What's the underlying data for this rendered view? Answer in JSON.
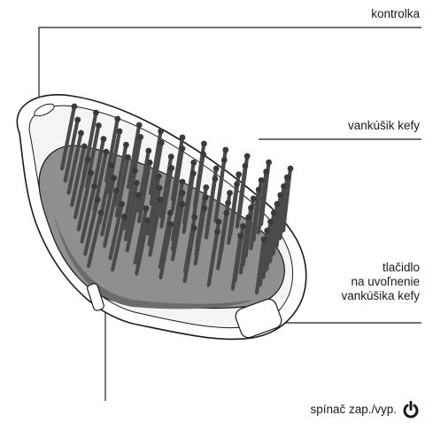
{
  "labels": {
    "indicator": "kontrolka",
    "cushion": "vankúšik kefy",
    "release_line1": "tlačidlo",
    "release_line2": "na uvoľnenie",
    "release_line3": "vankúšika kefy",
    "power": "spínač zap./vyp."
  },
  "icons": {
    "power": "power-icon"
  },
  "colors": {
    "line": "#1a1a1a",
    "cushion_fill": "#8f8f8f",
    "cushion_dark": "#6c6c6c",
    "housing": "#ffffff",
    "bristle": "#4a4a4a"
  }
}
